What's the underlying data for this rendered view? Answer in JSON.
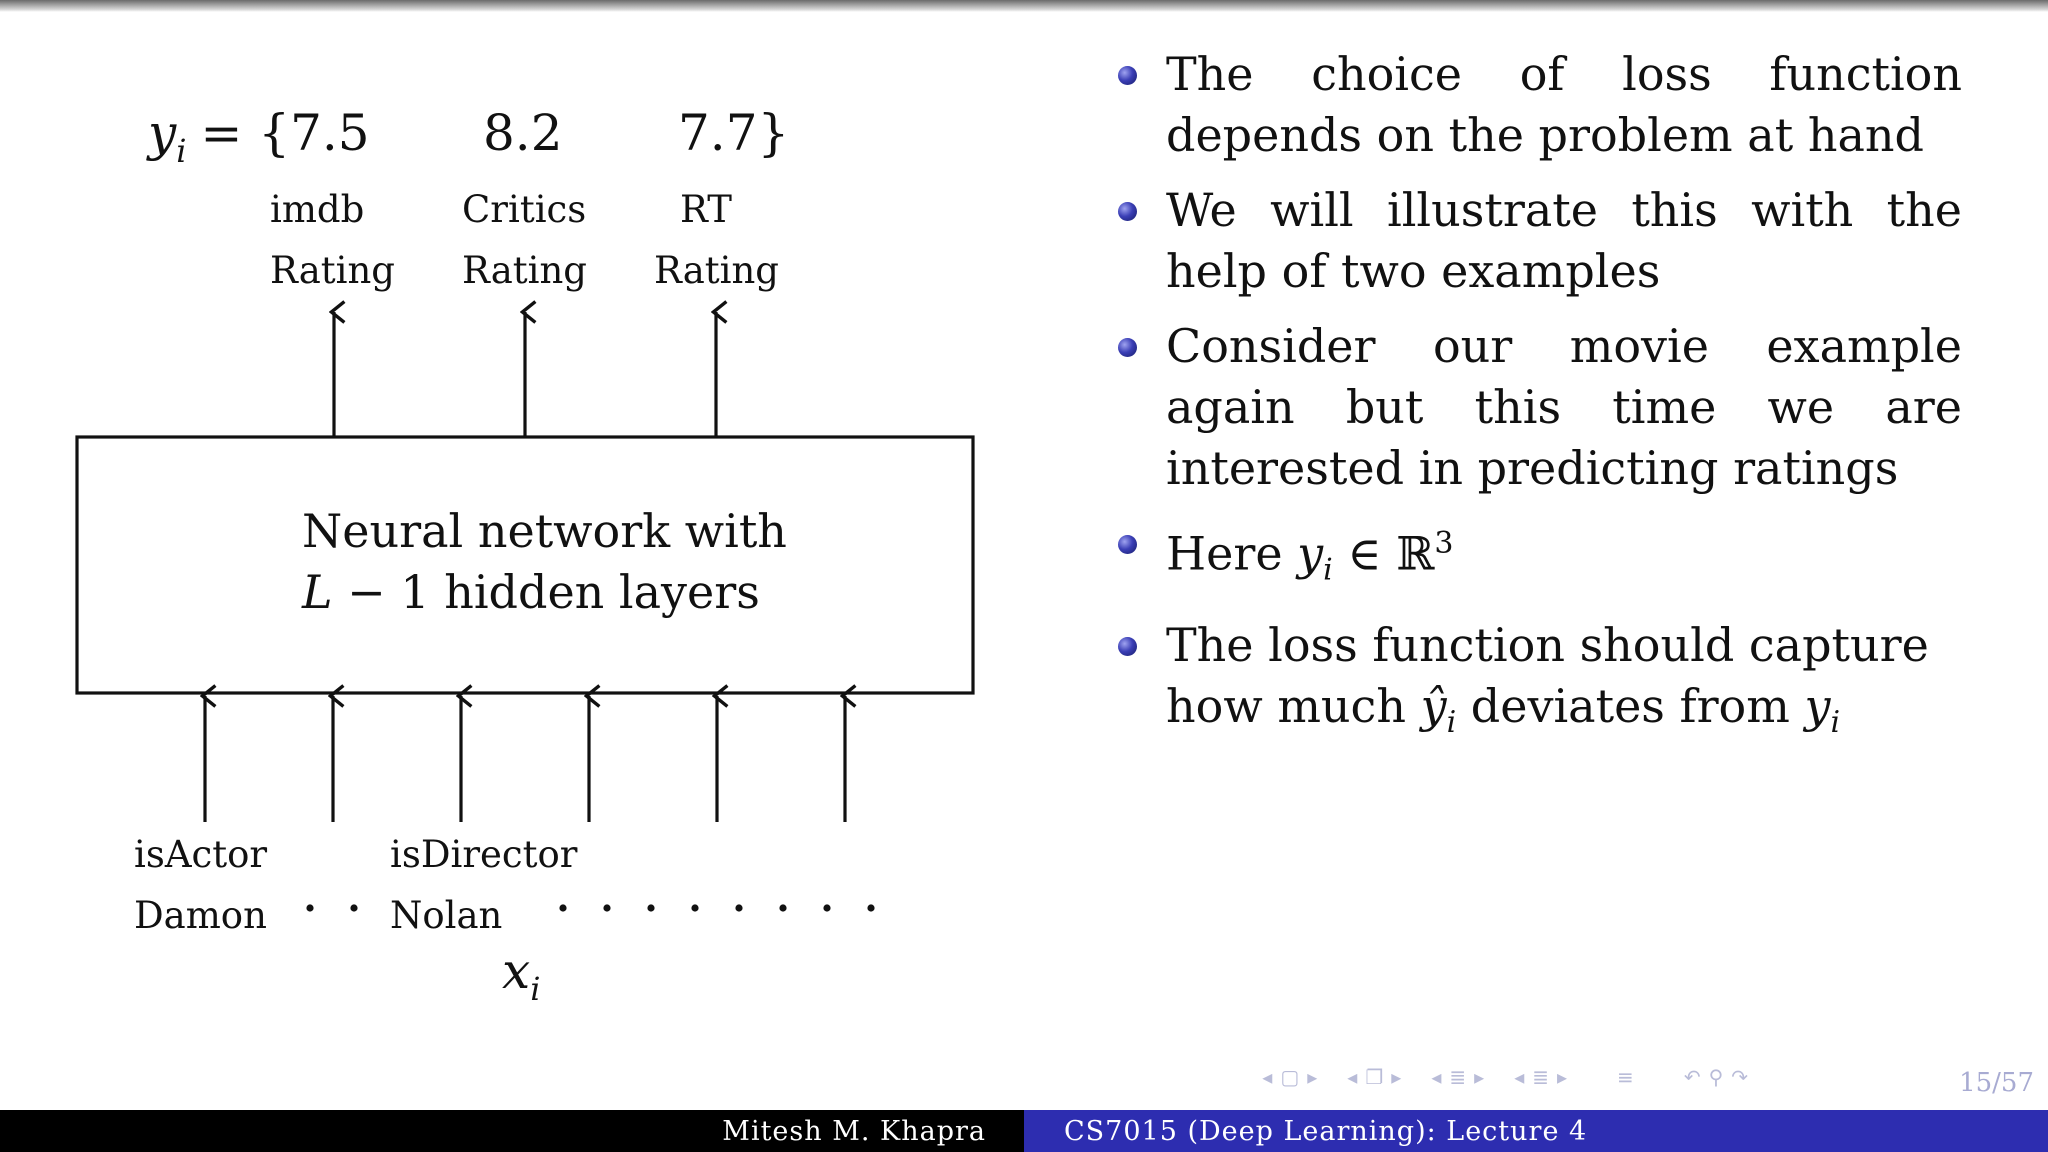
{
  "diagram": {
    "output_equation": {
      "lhs": "y",
      "subscript": "i",
      "rest": "= {7.5",
      "v2": "8.2",
      "v3": "7.7}"
    },
    "outputs": [
      {
        "line1": "imdb",
        "line2": "Rating"
      },
      {
        "line1": "Critics",
        "line2": "Rating"
      },
      {
        "line1": "RT",
        "line2": "Rating"
      }
    ],
    "box": {
      "line1": "Neural network with",
      "line2_math": "L",
      "line2_rest": " − 1 hidden layers"
    },
    "inputs": [
      {
        "line1": "isActor",
        "line2": "Damon"
      },
      {
        "line1": "isDirector",
        "line2": "Nolan"
      }
    ],
    "input_label": {
      "var": "x",
      "subscript": "i"
    }
  },
  "bullets": [
    {
      "text": "The choice of loss function depends on the problem at hand"
    },
    {
      "text": "We will illustrate this with the help of two examples"
    },
    {
      "text": "Consider our movie example again but this time we are interested in predicting ratings"
    },
    {
      "pre": "Here ",
      "math": "y",
      "sub": "i",
      "post": " ∈ ℝ",
      "sup": "3"
    },
    {
      "pre": "The loss function should capture how much ",
      "math1": "ŷ",
      "sub1": "i",
      "mid": " deviates from ",
      "math2": "y",
      "sub2": "i"
    }
  ],
  "footer": {
    "author": "Mitesh M. Khapra",
    "course": "CS7015 (Deep Learning): Lecture 4",
    "page": "15/57"
  },
  "colors": {
    "footer_left": "#000000",
    "footer_right": "#2d2db0",
    "bullet": "#3b3fb6"
  }
}
